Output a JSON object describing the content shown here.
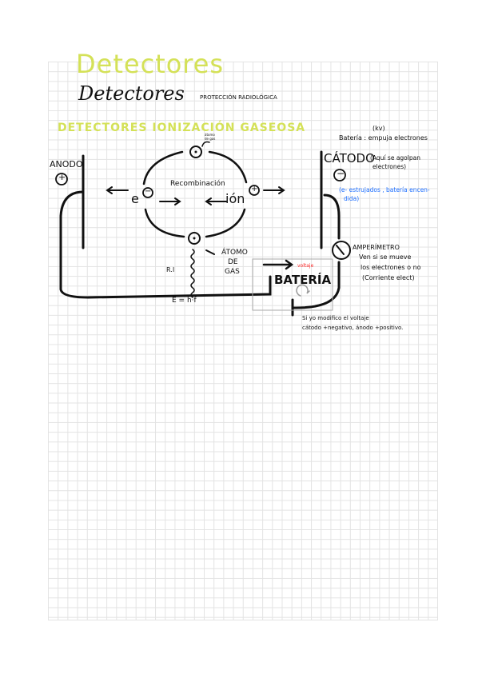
{
  "title_back": "Detectores",
  "title_front": "Detectores",
  "subtitle": "PROTECCIÓN RADIOLÓGICA",
  "section_title": "DETECTORES IONIZACIÓN GASEOSA",
  "labels": {
    "anodo": "ANODO",
    "anodo_sign": "+",
    "catodo": "CÁTODO",
    "catodo_sign": "−",
    "catodo_note_1": "(Aquí se agolpan",
    "catodo_note_2": "electrones)",
    "kv": "(kv)",
    "bateria_note": "Batería : empuja electrones",
    "blue_note_1": "(e- estrujados , batería encen-",
    "blue_note_2": "dida)",
    "atomo_small": "átomo de gas",
    "recombinacion": "Recombinación",
    "electron": "e",
    "electron_sign": "−",
    "ion": "ión",
    "ion_sign": "+",
    "atomo_gas_1": "ÁTOMO",
    "atomo_gas_2": "DE",
    "atomo_gas_3": "GAS",
    "ri": "R.I",
    "energy": "E = h·f",
    "voltaje": "voltaje",
    "bateria": "BATERÍA",
    "amperimetro": "AMPERÍMETRO",
    "amp_note_1": "Ven si se mueve",
    "amp_note_2": "los electrones o no",
    "amp_note_3": "(Corriente elect)",
    "bottom_note_1": "Si yo modifico el voltaje",
    "bottom_note_2": "cátodo +negativo, ánodo +positivo."
  },
  "colors": {
    "accent": "#d4e157",
    "blue": "#1e6fff",
    "red": "#ff2a2a",
    "ink": "#111111"
  }
}
